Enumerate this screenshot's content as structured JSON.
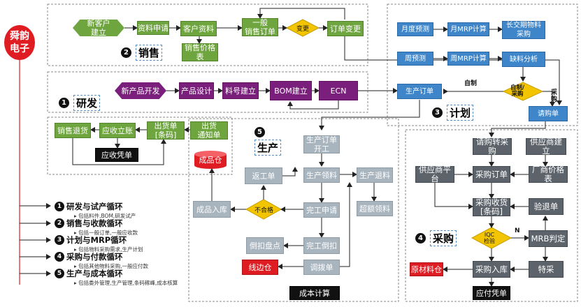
{
  "company": "舜韵\n电子",
  "sections": {
    "s1": {
      "num": "1",
      "title": "研发"
    },
    "s2": {
      "num": "2",
      "title": "销售"
    },
    "s3": {
      "num": "3",
      "title": "计划"
    },
    "s4": {
      "num": "4",
      "title": "采购"
    },
    "s5": {
      "num": "5",
      "title": "生产"
    }
  },
  "nodes": {
    "new_customer": "新客户\n建立",
    "data_request": "资料申请",
    "customer_data": "客户资料",
    "general_sales_order": "一般\n销售订单",
    "change": "变更",
    "order_change": "订单变更",
    "sales_price_table": "销售价格\n表",
    "new_product_dev": "新产品开发",
    "product_design": "产品设计",
    "part_no_setup": "料号建立",
    "bom_setup": "BOM建立",
    "ecn": "ECN",
    "annual_forecast": "月度预测",
    "monthly_mrp": "月MRP计算",
    "long_lead_purchase": "长交期物料\n采购",
    "weekly_forecast": "周预测",
    "weekly_mrp": "周MRP计算",
    "shortage_analysis": "缺料分析",
    "make_buy": "自制/\n采购",
    "self_made_label": "自制",
    "purchase_label": "采\n购",
    "production_order_plan": "生产订单",
    "purchase_requisition": "请购单",
    "sales_return": "销售退货",
    "ar_account": "应收立账",
    "shipment": "出货单\n[条码]",
    "shipment_notice": "出货\n通知单",
    "ar_voucher": "应收凭单",
    "fg_warehouse": "成品仓",
    "production_order_start": "生产订单\n开工",
    "production_issue": "生产领料",
    "production_return": "生产退料",
    "rework_order": "返工单",
    "unqualified": "不合格",
    "completion_request": "完工申请",
    "over_issue": "超额领料",
    "fg_receipt": "成品入库",
    "backflush_count": "倒扣盘点",
    "completion_backflush": "完工倒扣",
    "line_warehouse": "线边仓",
    "transfer_order": "调拨单",
    "cost_calc": "成本计算",
    "req_to_purchase": "请购转采购",
    "supplier_setup": "供应商建立",
    "supplier_platform": "供应商平台",
    "purchase_order": "采购订单",
    "vendor_price_table": "厂商价格表",
    "purchase_receipt": "采购收货\n[条码]",
    "inspection_order": "验退单",
    "iqc": "IQC\n检验",
    "iqc_n": "N",
    "mrb": "MRB判定",
    "raw_material_wh": "原材料仓",
    "purchase_inbound": "采购入库",
    "special_purchase": "特采",
    "ap_voucher": "应付凭单"
  },
  "legend": [
    {
      "num": "1",
      "title": "研发与试产循环",
      "sub": "包括料件,BOM,研发试产"
    },
    {
      "num": "2",
      "title": "销售与收款循环",
      "sub": "包括一般订单,一般应收款"
    },
    {
      "num": "3",
      "title": "计划与MRP循环",
      "sub": "包括物料采购需求,生产计划"
    },
    {
      "num": "4",
      "title": "采购与付款循环",
      "sub": "包括其他物料采购,一般应付款"
    },
    {
      "num": "5",
      "title": "生产与成本循环",
      "sub": "包括委外管理,生产管理,条码稼峰,成本核算"
    }
  ]
}
